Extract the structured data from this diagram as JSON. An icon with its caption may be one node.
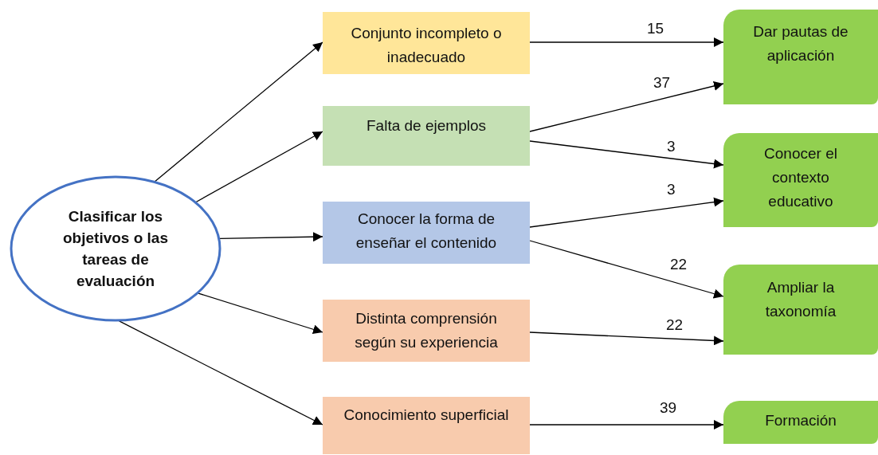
{
  "diagram": {
    "nodes": [
      {
        "text": [
          "Clasificar los objetivos o las tareas de evaluación"
        ]
      },
      {
        "text": [
          "Conjunto incompleto o inadecuado"
        ]
      },
      {
        "text": [
          "Falta de ejemplos"
        ]
      },
      {
        "text": [
          "Conocer la forma de enseñar el contenido"
        ]
      },
      {
        "text": [
          "Distinta comprensión según su experiencia"
        ]
      },
      {
        "text": [
          "Conocimiento superficial"
        ]
      },
      {
        "text": [
          "Dar pautas de aplicación"
        ]
      },
      {
        "text": [
          "Conocer el contexto educativo"
        ]
      },
      {
        "text": [
          "Ampliar la taxonomía"
        ]
      },
      {
        "text": [
          "Formación"
        ]
      }
    ],
    "edges": [
      {
        "from": 0,
        "to": 1,
        "arrow": "to"
      },
      {
        "from": 0,
        "to": 2,
        "arrow": "to"
      },
      {
        "from": 0,
        "to": 3,
        "arrow": "to"
      },
      {
        "from": 0,
        "to": 4,
        "arrow": "to"
      },
      {
        "from": 0,
        "to": 5,
        "arrow": "to"
      },
      {
        "from": 1,
        "to": 6,
        "arrow": "to",
        "label": "15"
      },
      {
        "from": 2,
        "to": 6,
        "arrow": "to",
        "label": "37"
      },
      {
        "from": 2,
        "to": 7,
        "arrow": "to",
        "label": "3"
      },
      {
        "from": 3,
        "to": 7,
        "arrow": "to",
        "label": "3"
      },
      {
        "from": 3,
        "to": 8,
        "arrow": "to",
        "label": "22"
      },
      {
        "from": 4,
        "to": 8,
        "arrow": "to",
        "label": "22"
      },
      {
        "from": 5,
        "to": 9,
        "arrow": "to",
        "label": "39"
      }
    ]
  }
}
